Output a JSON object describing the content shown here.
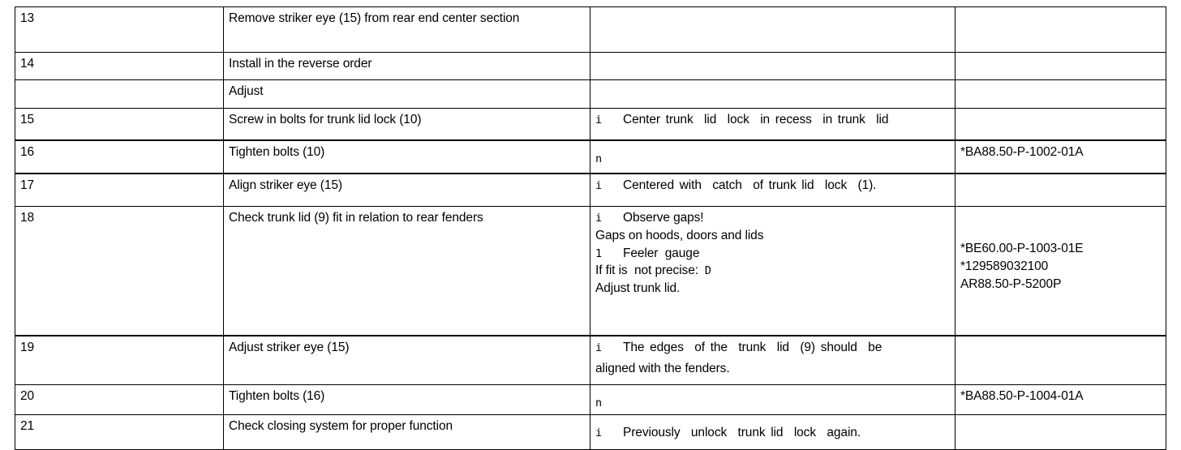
{
  "document": {
    "type": "service-procedure-table",
    "columns": [
      "step",
      "operation",
      "note",
      "reference"
    ],
    "symbols": {
      "info": "i",
      "torque": "n",
      "tool": "1",
      "link": "D"
    }
  },
  "rows": [
    {
      "step": "13",
      "operation": "Remove striker eye (15) from rear end center section",
      "note_lines": [],
      "ref_lines": []
    },
    {
      "step": "14",
      "operation": "Install in the reverse order",
      "note_lines": [],
      "ref_lines": []
    },
    {
      "step": "",
      "operation": "Adjust",
      "note_lines": [],
      "ref_lines": []
    },
    {
      "step": "15",
      "operation": "Screw in bolts for trunk lid lock (10)",
      "note_symbol": "i",
      "note_lines": [
        "Center trunk  lid  lock  in recess  in trunk  lid"
      ],
      "ref_lines": []
    },
    {
      "step": "16",
      "operation": "Tighten bolts (10)",
      "note_symbol": "n",
      "note_lines": [],
      "ref_lines": [
        "*BA88.50-P-1002-01A"
      ]
    },
    {
      "step": "17",
      "operation": "Align striker eye (15)",
      "note_symbol": "i",
      "note_lines": [
        "Centered with  catch  of trunk lid  lock  (1)."
      ],
      "ref_lines": []
    },
    {
      "step": "18",
      "operation": "Check trunk lid (9) fit in relation to rear fenders",
      "note_symbol": "i",
      "note_lines": [
        "Observe gaps!",
        "Gaps on hoods, doors and lids",
        "Feeler  gauge",
        "If fit is  not precise:",
        "Adjust trunk lid."
      ],
      "note_tool_symbol": "1",
      "note_link_symbol": "D",
      "ref_lines": [
        "*BE60.00-P-1003-01E",
        "*129589032100",
        "AR88.50-P-5200P"
      ]
    },
    {
      "step": "19",
      "operation": "Adjust striker eye (15)",
      "note_symbol": "i",
      "note_lines": [
        "The edges  of the  trunk  lid  (9) should  be",
        "aligned with the fenders."
      ],
      "ref_lines": []
    },
    {
      "step": "20",
      "operation": "Tighten bolts (16)",
      "note_symbol": "n",
      "note_lines": [],
      "ref_lines": [
        "*BA88.50-P-1004-01A"
      ]
    },
    {
      "step": "21",
      "operation": "Check closing system for proper function",
      "note_symbol": "i",
      "note_lines": [
        "Previously  unlock  trunk lid  lock  again."
      ],
      "ref_lines": []
    }
  ]
}
